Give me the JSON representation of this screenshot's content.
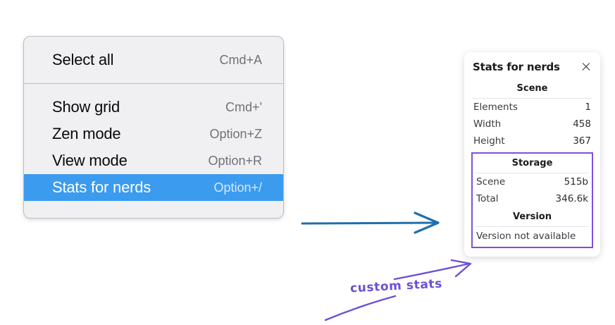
{
  "colors": {
    "menu_bg": "#f0f0f2",
    "menu_border": "#b9bec6",
    "highlight_blue": "#3b9bef",
    "shortcut_gray": "#6e7278",
    "annotation_purple": "#6b4fd8",
    "highlight_box_purple": "#7d4fe0",
    "blue_arrow": "#1f6fad",
    "panel_bg": "#ffffff"
  },
  "context_menu": {
    "groups": [
      {
        "items": [
          {
            "label": "Select all",
            "shortcut": "Cmd+A",
            "selected": false
          }
        ]
      },
      {
        "items": [
          {
            "label": "Show grid",
            "shortcut": "Cmd+'",
            "selected": false
          },
          {
            "label": "Zen mode",
            "shortcut": "Option+Z",
            "selected": false
          },
          {
            "label": "View mode",
            "shortcut": "Option+R",
            "selected": false
          },
          {
            "label": "Stats for nerds",
            "shortcut": "Option+/",
            "selected": true
          }
        ]
      }
    ]
  },
  "stats_panel": {
    "title": "Stats for nerds",
    "close_icon": "close-icon",
    "sections": [
      {
        "title": "Scene",
        "rows": [
          {
            "label": "Elements",
            "value": "1"
          },
          {
            "label": "Width",
            "value": "458"
          },
          {
            "label": "Height",
            "value": "367"
          }
        ]
      },
      {
        "title": "Storage",
        "rows": [
          {
            "label": "Scene",
            "value": "515b"
          },
          {
            "label": "Total",
            "value": "346.6k"
          }
        ]
      },
      {
        "title": "Version",
        "single_line": "Version not available"
      }
    ]
  },
  "annotations": {
    "custom_stats_label": "custom stats",
    "blue_arrow_name": "flow-arrow",
    "purple_arrow_name": "callout-arrow"
  }
}
